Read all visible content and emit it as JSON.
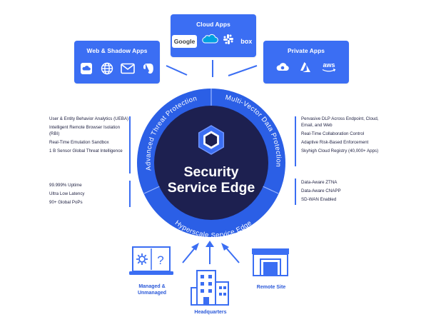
{
  "top_cards": {
    "web": {
      "title": "Web & Shadow Apps",
      "icons": [
        "cloud-drive-icon",
        "globe-icon",
        "mail-icon",
        "evernote-icon"
      ]
    },
    "cloud": {
      "title": "Cloud Apps",
      "google": "Google",
      "box": "box",
      "icons": [
        "google-logo-icon",
        "salesforce-logo-icon",
        "slack-logo-icon",
        "box-logo-icon"
      ]
    },
    "private": {
      "title": "Private Apps",
      "aws": "aws",
      "icons": [
        "gcp-logo-icon",
        "azure-logo-icon",
        "aws-logo-icon"
      ]
    }
  },
  "ring": {
    "top_left_arc": "Advanced Threat Protection",
    "top_right_arc": "Multi-Vector Data Protection",
    "bottom_arc": "Hyperscale Service Edge",
    "center_line1": "Security",
    "center_line2": "Service Edge"
  },
  "left_lists": [
    [
      "User & Entity Behavior Analytics (UEBA)",
      "Intelligent Remote Browser Isolation (RBI)",
      "Real-Time Emulation Sandbox",
      "1 B Sensor Global Threat Intelligence"
    ],
    [
      "99.999% Uptime",
      "Ultra Low Latency",
      "90+ Global PoPs"
    ]
  ],
  "right_lists": [
    [
      "Pervasive DLP Across Endpoint, Cloud, Email, and Web",
      "Real-Time Collaboration Control",
      "Adaptive Risk-Based Enforcement",
      "Skyhigh Cloud Registry (40,000+ Apps)"
    ],
    [
      "Data-Aware ZTNA",
      "Data-Aware CNAPP",
      "SD-WAN Enabled"
    ]
  ],
  "bottom": {
    "managed_line1": "Managed &",
    "managed_line2": "Unmanaged",
    "headquarters": "Headquarters",
    "remote_site": "Remote Site"
  },
  "colors": {
    "accent": "#3b6ef3",
    "dark": "#1d2050",
    "ring": "#2b5fe6",
    "text": "#1f2142"
  }
}
